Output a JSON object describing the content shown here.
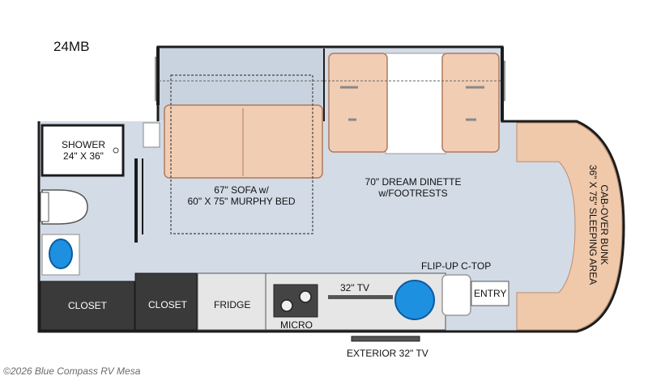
{
  "model_name": "24MB",
  "labels": {
    "shower": [
      "SHOWER",
      "24\" X 36\""
    ],
    "sofa": [
      "67\" SOFA w/",
      "60\" X 75\" MURPHY BED"
    ],
    "dinette": [
      "70\" DREAM DINETTE",
      "w/FOOTRESTS"
    ],
    "bunk": [
      "CAB-OVER BUNK",
      "36\" X 75\" SLEEPING AREA"
    ],
    "flip_up": "FLIP-UP C-TOP",
    "tv_32": "32\" TV",
    "entry": "ENTRY",
    "closet_left": "CLOSET",
    "closet_mid": "CLOSET",
    "fridge": "FRIDGE",
    "micro": "MICRO",
    "exterior_tv": "EXTERIOR 32\" TV"
  },
  "watermark": "©2026 Blue Compass RV Mesa",
  "colors": {
    "floor": "#d2dbe6",
    "wall": "#1c1c1c",
    "cabinet_dark": "#3a3a3a",
    "cabinet_light": "#e6e6e6",
    "upholstery": "#f1cdb4",
    "bunk": "#f0c9ab",
    "sink_blue": "#1e90e0"
  }
}
